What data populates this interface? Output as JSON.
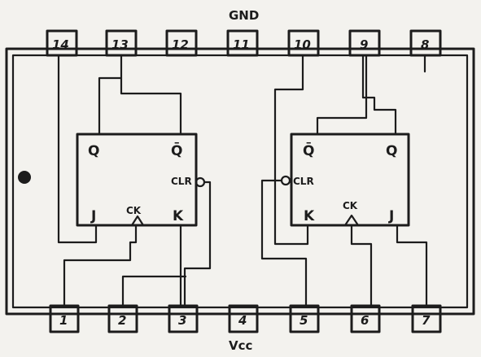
{
  "top_label": "GND",
  "bottom_label": "Vcc",
  "top_pins": [
    "14",
    "13",
    "12",
    "11",
    "10",
    "9",
    "8"
  ],
  "bottom_pins": [
    "1",
    "2",
    "3",
    "4",
    "5",
    "6",
    "7"
  ],
  "flipflop_left": {
    "q": "Q",
    "q_bar": "Q̄",
    "clr": "CLR",
    "j": "J",
    "clk": "CK",
    "k": "K"
  },
  "flipflop_right": {
    "q_bar": "Q̄",
    "q": "Q",
    "clr": "CLR",
    "k": "K",
    "clk": "CK",
    "j": "J"
  }
}
